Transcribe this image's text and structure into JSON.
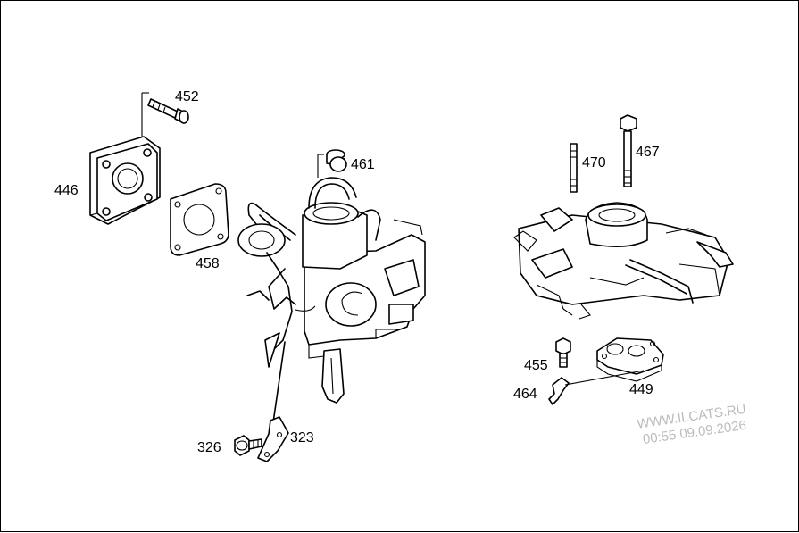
{
  "callouts": {
    "p452": "452",
    "p446": "446",
    "p458": "458",
    "p461": "461",
    "p470": "470",
    "p467": "467",
    "p455": "455",
    "p464": "464",
    "p449": "449",
    "p326": "326",
    "p323": "323"
  },
  "watermark": {
    "line1": "WWW.ILCATS.RU",
    "line2": "00:55 09.09.2026"
  },
  "colors": {
    "ink": "#000000",
    "background": "#ffffff",
    "watermark": "#bcbcbc"
  }
}
